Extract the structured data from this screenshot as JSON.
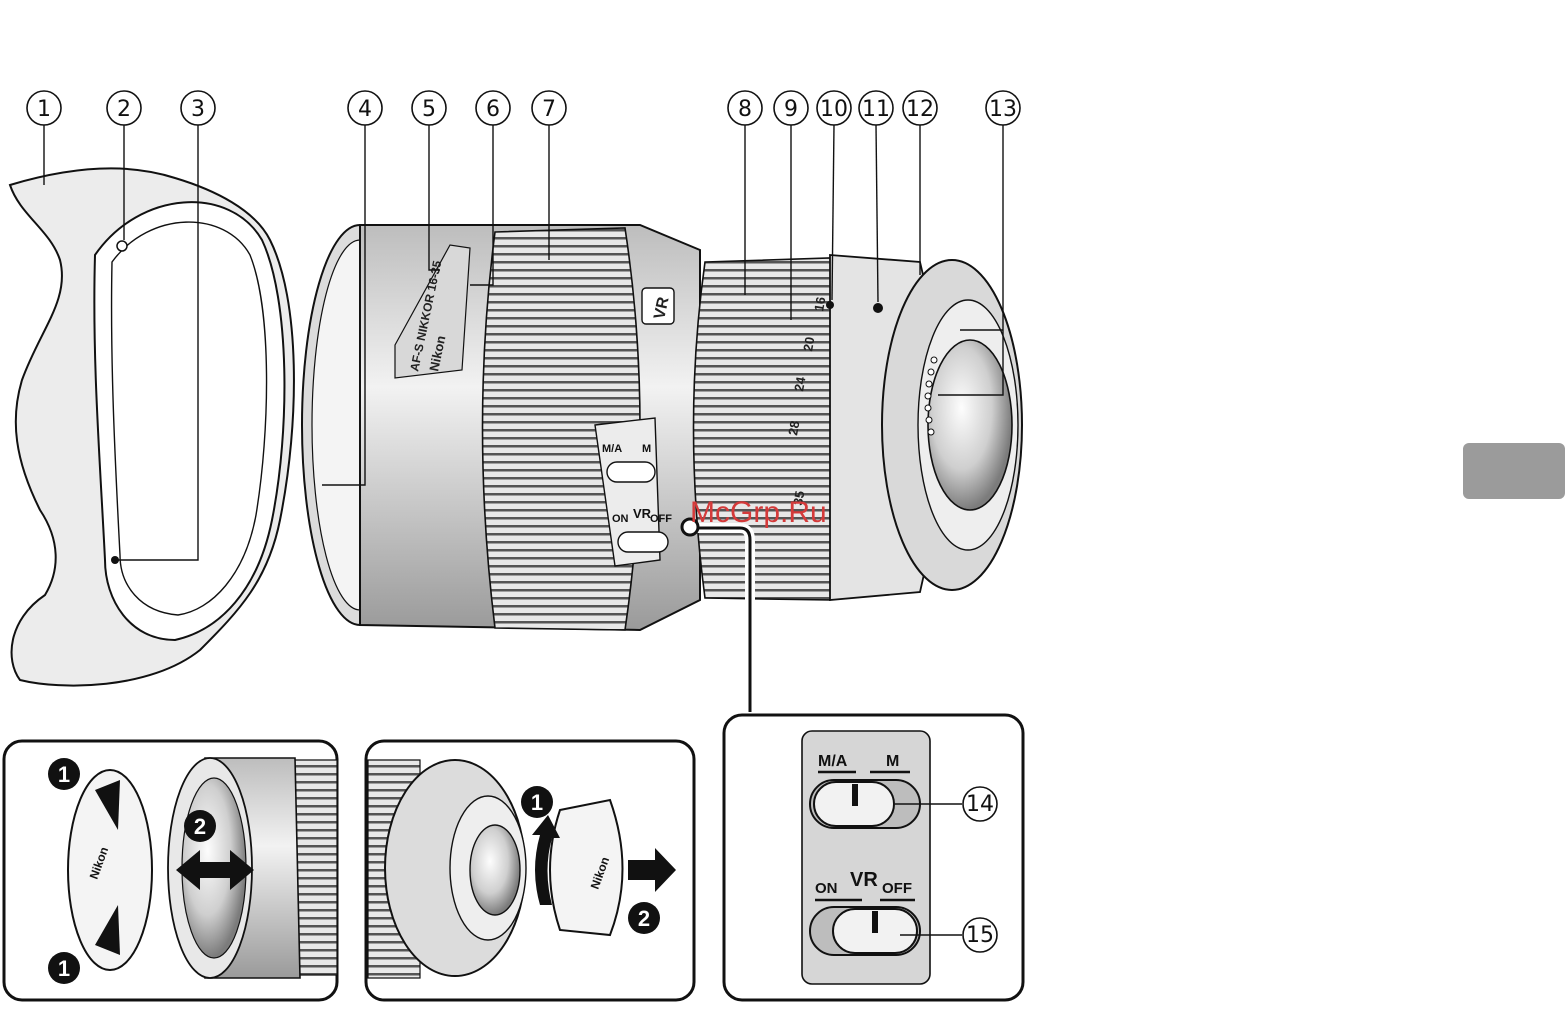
{
  "callouts": [
    "1",
    "2",
    "3",
    "4",
    "5",
    "6",
    "7",
    "8",
    "9",
    "10",
    "11",
    "12",
    "13",
    "14",
    "15"
  ],
  "lens": {
    "name": "AF-S NIKKOR 16-35",
    "brand": "Nikon",
    "vr_badge": "VR",
    "focal_marks": [
      "16",
      "20",
      "24",
      "28",
      "35"
    ]
  },
  "switches": {
    "focus_left": "M/A",
    "focus_right": "M",
    "vr_title": "VR",
    "vr_on": "ON",
    "vr_off": "OFF"
  },
  "steps": {
    "one": "1",
    "two": "2"
  },
  "cap": {
    "front_brand": "Nikon",
    "rear_brand": "Nikon"
  },
  "watermark": "McGrp.Ru",
  "colors": {
    "line": "#111111",
    "fill_light": "#e6e6e6",
    "fill_mid": "#c8c8c8",
    "fill_dark": "#8a8a8a",
    "tab": "#9b9b9b",
    "watermark": "#d43a3a"
  }
}
